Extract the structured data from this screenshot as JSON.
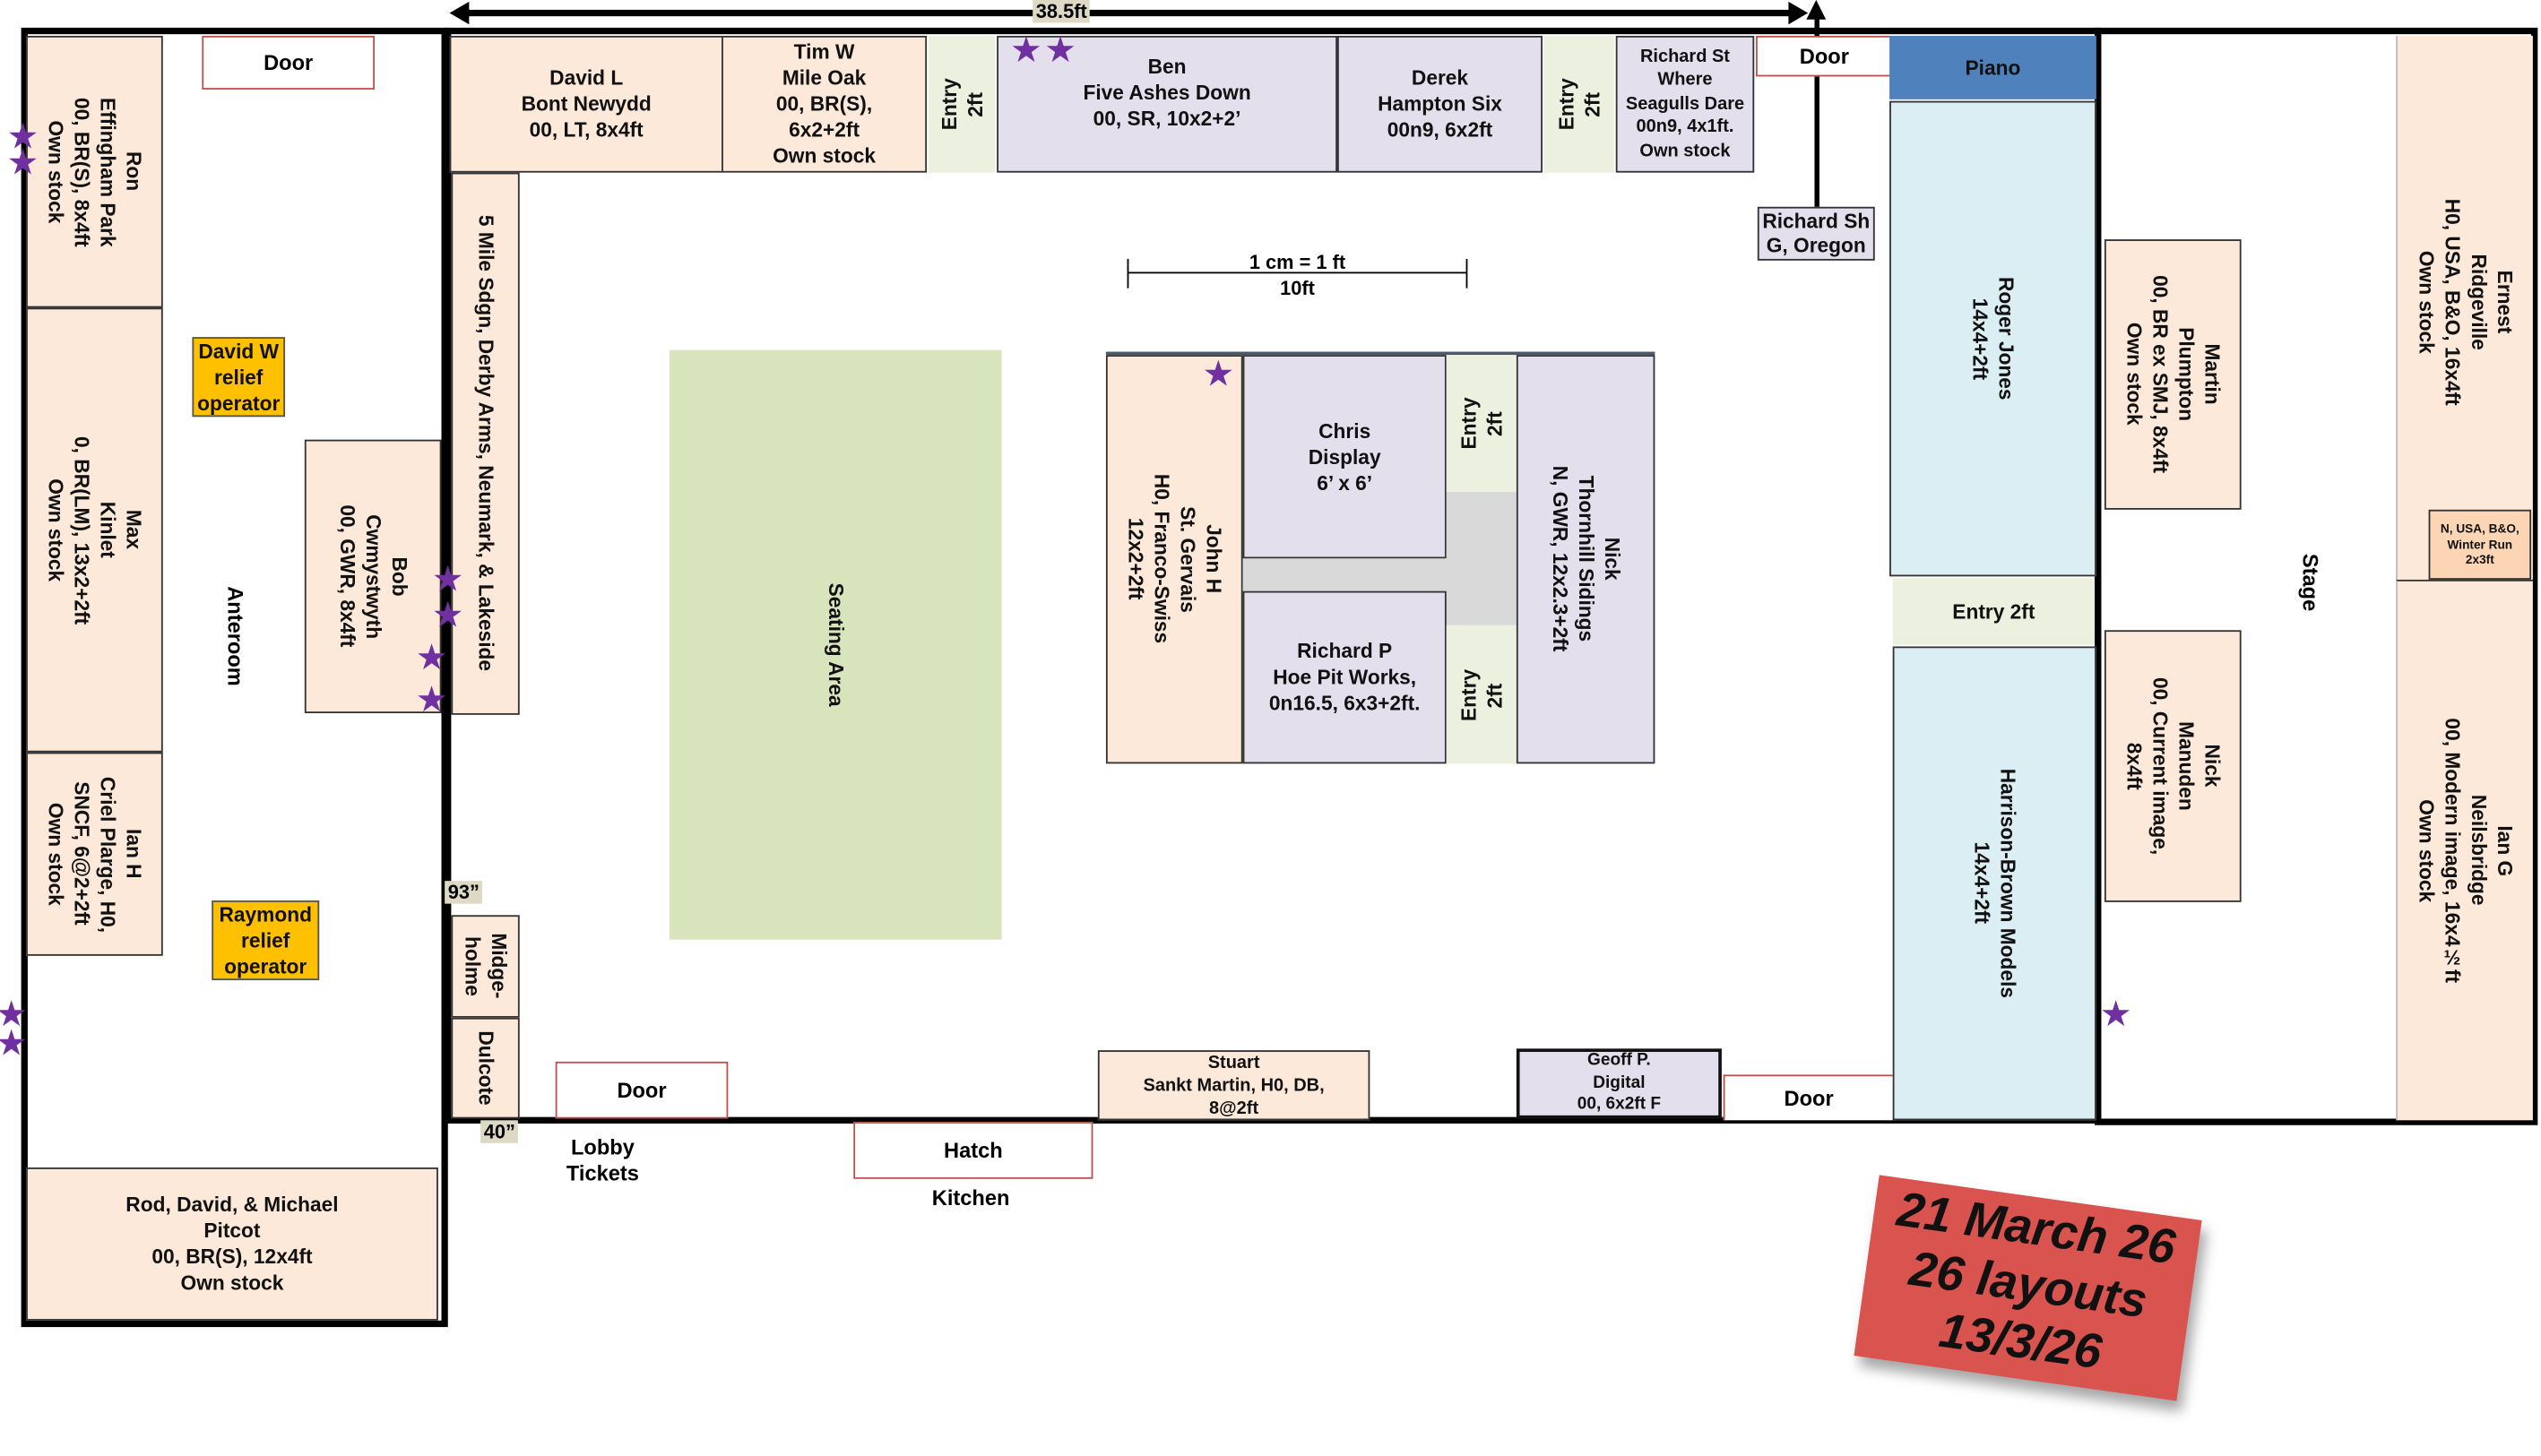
{
  "dimensions": {
    "width_label": "38.5ft"
  },
  "scale": {
    "top": "1 cm = 1 ft",
    "bottom": "10ft"
  },
  "doors": {
    "anteroom": "Door",
    "top": "Door",
    "bottom_left": "Door",
    "bottom_right": "Door"
  },
  "areas": {
    "anteroom": "Anteroom",
    "seating": "Seating Area",
    "stage": "Stage",
    "piano": "Piano",
    "lobby": [
      "Lobby",
      "Tickets"
    ],
    "hatch": "Hatch",
    "kitchen": "Kitchen"
  },
  "measures": {
    "m93": "93”",
    "m40": "40”"
  },
  "entries": {
    "e1": [
      "Entry",
      "2ft"
    ],
    "e2": [
      "Entry",
      "2ft"
    ],
    "e3": [
      "Entry",
      "2ft"
    ],
    "e4": [
      "Entry",
      "2ft"
    ],
    "e5": "Entry 2ft"
  },
  "operators": {
    "david_w": [
      "David W",
      "relief",
      "operator"
    ],
    "raymond": [
      "Raymond",
      "relief",
      "operator"
    ]
  },
  "layouts": {
    "ron": [
      "Ron",
      "Effingham Park",
      "00, BR(S), 8x4ft",
      "Own stock"
    ],
    "max": [
      "Max",
      "Kinlet",
      "0, BR(LM), 13x2+2ft",
      "Own stock"
    ],
    "ian_h": [
      "Ian H",
      "Criel Plarge, H0,",
      "SNCF, 6@2+2ft",
      "Own stock"
    ],
    "bob": [
      "Bob",
      "Cwmystwyth",
      "00, GWR, 8x4ft"
    ],
    "rod": [
      "Rod, David, & Michael",
      "Pitcot",
      "00, BR(S), 12x4ft",
      "Own stock"
    ],
    "david_l": [
      "David L",
      "Bont Newydd",
      "00, LT, 8x4ft"
    ],
    "tim_w": [
      "Tim W",
      "Mile Oak",
      "00, BR(S),",
      "6x2+2ft",
      "Own stock"
    ],
    "ben": [
      "Ben",
      "Five Ashes Down",
      "00, SR, 10x2+2’"
    ],
    "derek": [
      "Derek",
      "Hampton Six",
      "00n9, 6x2ft"
    ],
    "richard_st": [
      "Richard St",
      "Where",
      "Seagulls Dare",
      "00n9, 4x1ft.",
      "Own stock"
    ],
    "richard_sh": [
      "Richard Sh",
      "G, Oregon"
    ],
    "five_mile": "5 Mile Sdgn, Derby Arms, Neumark, & Lakeside",
    "midgeholme": [
      "Midge-",
      "holme"
    ],
    "dulcote": "Dulcote",
    "john_h": [
      "John H",
      "St. Gervais",
      "H0, Franco-Swiss",
      "12x2+2ft"
    ],
    "chris": [
      "Chris",
      "Display",
      "6’ x 6’"
    ],
    "richard_p": [
      "Richard P",
      "Hoe Pit Works,",
      "0n16.5, 6x3+2ft."
    ],
    "nick_t": [
      "Nick",
      "Thornhill Sidings",
      "N, GWR, 12x2.3+2ft"
    ],
    "stuart": [
      "Stuart",
      "Sankt Martin, H0, DB,",
      "8@2ft"
    ],
    "geoff": [
      "Geoff P.",
      "Digital",
      "00, 6x2ft F"
    ],
    "roger": [
      "Roger Jones",
      "14x4+2ft"
    ],
    "harrison": [
      "Harrison-Brown Models",
      "14x4+2ft"
    ],
    "martin": [
      "Martin",
      "Plumpton",
      "00, BR ex SMJ, 8x4ft",
      "Own stock"
    ],
    "nick_m": [
      "Nick",
      "Manuden",
      "00, Current image,",
      "8x4ft"
    ],
    "ernest": [
      "Ernest",
      "Ridgeville",
      "H0, USA, B&O, 16x4ft",
      "Own stock"
    ],
    "winter_run": [
      "N, USA, B&O,",
      "Winter Run",
      "2x3ft"
    ],
    "ian_g": [
      "Ian G",
      "Neilsbridge",
      "00, Modern image, 16x4½ft",
      "Own stock"
    ]
  },
  "stamp": [
    "21 March 26",
    "26 layouts",
    "13/3/26"
  ],
  "colors": {
    "peach": "#FDE9D9",
    "lavender": "#E4DFEC",
    "entry": "#EBF1DE",
    "seating": "#D8E4BC",
    "piano": "#4F81BD",
    "light_blue": "#DAEEF3",
    "operator": "#FFC000",
    "star": "#7030A0",
    "stamp": "#D9534F"
  }
}
